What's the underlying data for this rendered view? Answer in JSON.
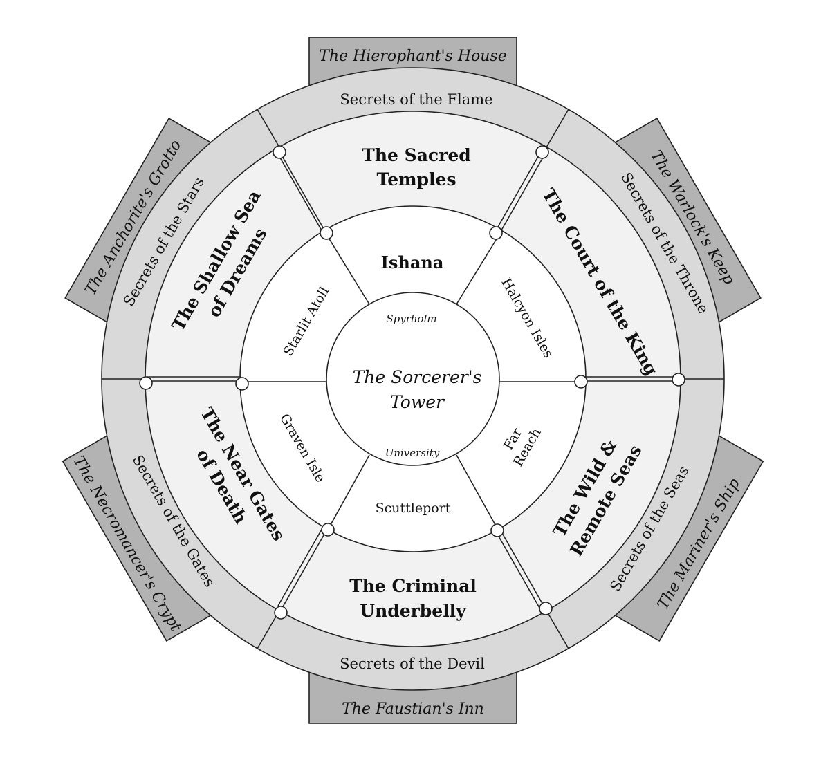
{
  "center": {
    "title_line1": "The Sorcerer's",
    "title_line2": "Tower",
    "top_label": "Spyrholm",
    "bottom_label": "University"
  },
  "inner_ring": {
    "top": "Ishana",
    "top_right": "Halcyon Isles",
    "bottom_right_line1": "Far",
    "bottom_right_line2": "Reach",
    "bottom": "Scuttleport",
    "bottom_left": "Graven Isle",
    "top_left": "Starlit Atoll"
  },
  "middle_ring": {
    "top_line1": "The Sacred",
    "top_line2": "Temples",
    "right": "The Court of the King",
    "bottom_right_line1": "The Wild &",
    "bottom_right_line2": "Remote Seas",
    "bottom_line1": "The Criminal",
    "bottom_line2": "Underbelly",
    "bottom_left_line1": "The Near Gates",
    "bottom_left_line2": "of Death",
    "top_left_line1": "The Shallow Sea",
    "top_left_line2": "of Dreams"
  },
  "outer_ring": {
    "top": "Secrets of the Flame",
    "top_right": "Secrets of the Throne",
    "bottom_right": "Secrets of the Seas",
    "bottom": "Secrets of the Devil",
    "bottom_left": "Secrets of the Gates",
    "top_left": "Secrets of the Stars"
  },
  "tabs": {
    "top": "The Hierophant's House",
    "top_right": "The Warlock's Keep",
    "bottom_right": "The Mariner's Ship",
    "bottom": "The Faustian's Inn",
    "bottom_left": "The Necromancer's Crypt",
    "top_left": "The Anchorite's Grotto"
  },
  "colors": {
    "outer_ring": "#d9d9d9",
    "middle_ring": "#f2f2f2",
    "tab": "#b3b3b3",
    "inner": "#ffffff",
    "stroke": "#222222"
  }
}
